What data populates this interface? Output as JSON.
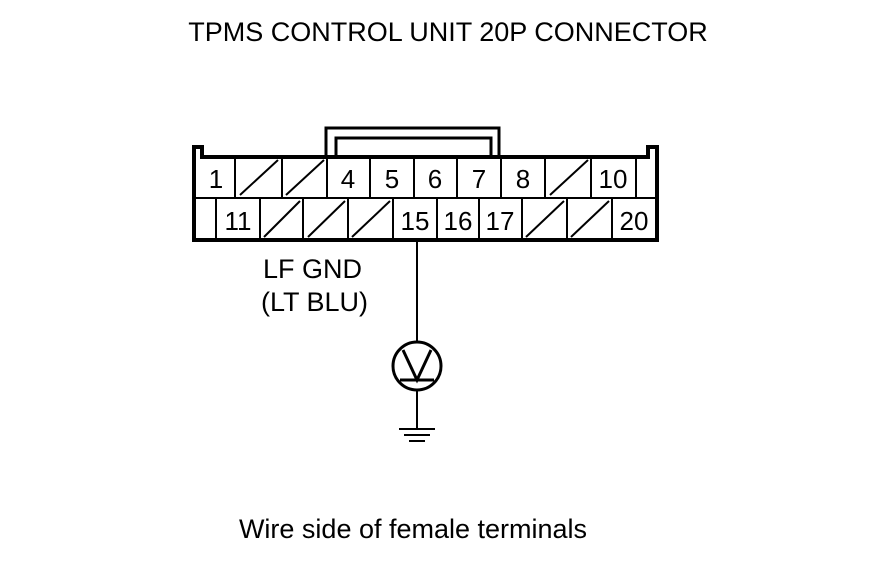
{
  "title": "TPMS CONTROL UNIT 20P CONNECTOR",
  "caption": "Wire side of female terminals",
  "wire_label": {
    "line1": "LF GND",
    "line2": "(LT BLU)"
  },
  "connector": {
    "top_row": [
      "1",
      "",
      "",
      "4",
      "5",
      "6",
      "7",
      "8",
      "",
      "10"
    ],
    "bottom_row": [
      "11",
      "",
      "",
      "",
      "15",
      "16",
      "17",
      "",
      "",
      "20"
    ]
  },
  "meter_symbol": "voltmeter-icon",
  "ground_symbol": "ground-icon",
  "colors": {
    "line": "#000000",
    "background": "#ffffff"
  }
}
